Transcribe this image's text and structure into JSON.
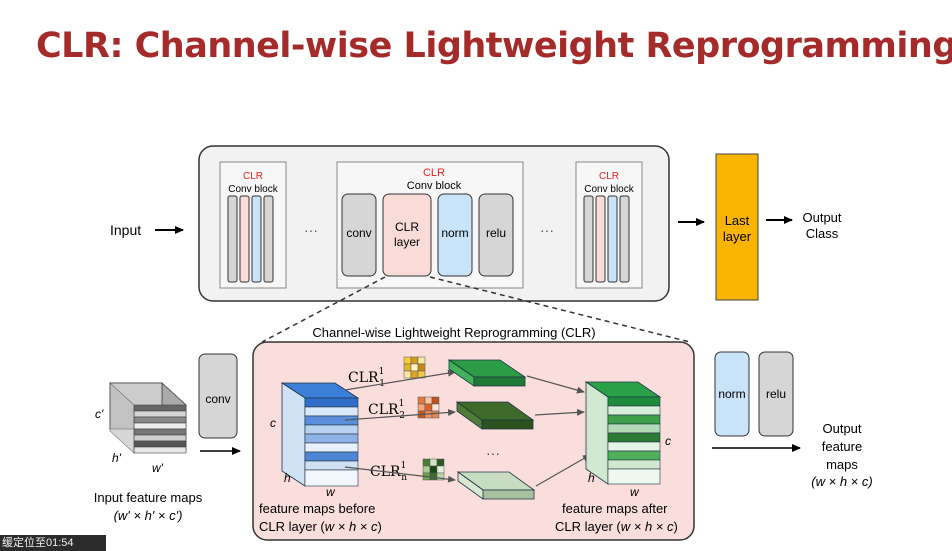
{
  "title": "CLR: Channel-wise Lightweight Reprogramming",
  "top": {
    "input_label": "Input",
    "block_clr": "CLR",
    "block_conv": "Conv block",
    "ellipsis": "···",
    "layers": {
      "conv": "conv",
      "clr_line1": "CLR",
      "clr_line2": "layer",
      "norm": "norm",
      "relu": "relu"
    },
    "last_layer_line1": "Last",
    "last_layer_line2": "layer",
    "output_line1": "Output",
    "output_line2": "Class"
  },
  "bottom": {
    "panel_title": "Channel-wise Lightweight Reprogramming (CLR)",
    "conv": "conv",
    "norm": "norm",
    "relu": "relu",
    "clr_base": "CLR",
    "clr_labels": [
      {
        "sup": "1",
        "sub": "1"
      },
      {
        "sup": "1",
        "sub": "2"
      },
      {
        "sup": "1",
        "sub": "n"
      }
    ],
    "ellipsis": "···",
    "input_maps": {
      "c": "c'",
      "h": "h'",
      "w": "w'",
      "caption1": "Input feature maps",
      "caption2": "(w' × h' × c')"
    },
    "before_maps": {
      "c": "c",
      "h": "h",
      "w": "w",
      "caption1": "feature maps before",
      "caption2_a": "CLR layer (",
      "caption2_b": "w × h × c",
      "caption2_c": ")"
    },
    "after_maps": {
      "c": "c",
      "h": "h",
      "w": "w",
      "caption1": "feature maps after",
      "caption2_a": "CLR layer (",
      "caption2_b": "w × h × c",
      "caption2_c": ")"
    },
    "output_line1": "Output",
    "output_line2": "feature",
    "output_line3": "maps",
    "output_line4": "(w × h × c)"
  },
  "playback_text": "缓定位至01:54",
  "colors": {
    "title": "#a52a2a",
    "clr_red": "#e32222",
    "last_layer": "#f8b400",
    "panel_pink": "#f9dedc",
    "norm_blue": "#c9e3f8",
    "clr_pink": "#f9dcd8",
    "gray_block": "#d6d6d6"
  }
}
